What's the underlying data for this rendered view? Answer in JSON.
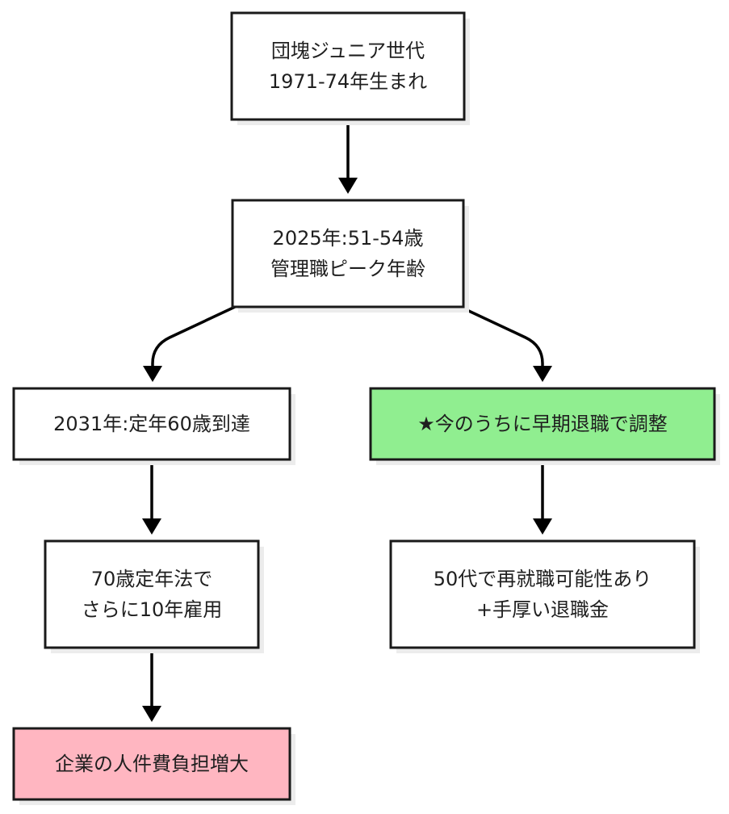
{
  "colors": {
    "default_fill": "#ffffff",
    "highlight_fill": "#90ee90",
    "warning_fill": "#ffb6c1",
    "stroke": "#1a1a1a",
    "shadow": "#ececec",
    "edge": "#000000"
  },
  "nodes": [
    {
      "id": "dankai-junior",
      "lines": [
        "団塊ジュニア世代",
        "1971-74年生まれ"
      ],
      "fill": "default"
    },
    {
      "id": "peak-2025",
      "lines": [
        "2025年:51-54歳",
        "管理職ピーク年齢"
      ],
      "fill": "default"
    },
    {
      "id": "retire-2031",
      "lines": [
        "2031年:定年60歳到達"
      ],
      "fill": "default"
    },
    {
      "id": "early-retire",
      "lines": [
        "★今のうちに早期退職で調整"
      ],
      "fill": "highlight"
    },
    {
      "id": "extend-70",
      "lines": [
        "70歳定年法で",
        "さらに10年雇用"
      ],
      "fill": "default"
    },
    {
      "id": "reemploy-50s",
      "lines": [
        "50代で再就職可能性あり",
        "+手厚い退職金"
      ],
      "fill": "default"
    },
    {
      "id": "cost-increase",
      "lines": [
        "企業の人件費負担増大"
      ],
      "fill": "warning"
    }
  ],
  "edges": [
    {
      "from": "dankai-junior",
      "to": "peak-2025"
    },
    {
      "from": "peak-2025",
      "to": "retire-2031"
    },
    {
      "from": "peak-2025",
      "to": "early-retire"
    },
    {
      "from": "retire-2031",
      "to": "extend-70"
    },
    {
      "from": "early-retire",
      "to": "reemploy-50s"
    },
    {
      "from": "extend-70",
      "to": "cost-increase"
    }
  ]
}
